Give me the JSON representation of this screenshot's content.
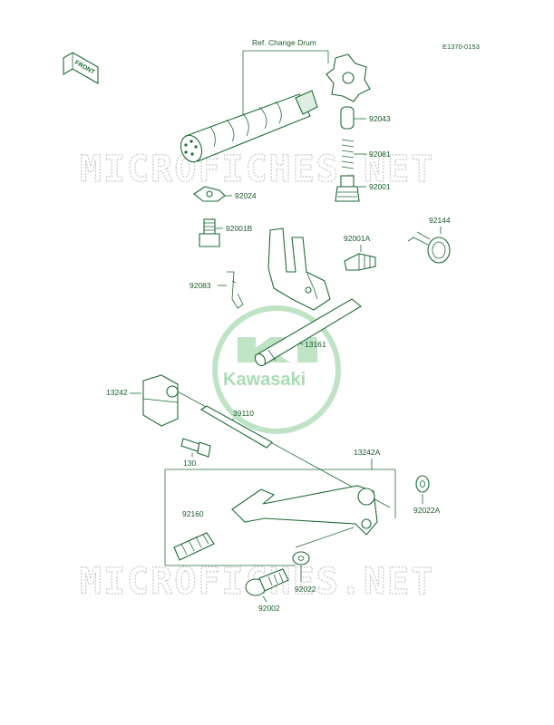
{
  "diagram": {
    "code": "E1370-0153",
    "front_label": "FRONT",
    "ref_label": "Ref. Change Drum",
    "watermark_text": "MICROFICHES.NET",
    "logo_text": "Kawasaki",
    "colors": {
      "line": "#1e6b34",
      "watermark": "#c9c9c9",
      "logo": "#a9dcb3"
    },
    "parts": {
      "p92043": "92043",
      "p92081": "92081",
      "p92001": "92001",
      "p92024": "92024",
      "p92001B": "92001B",
      "p92144": "92144",
      "p92001A": "92001A",
      "p92083": "92083",
      "p13161": "13161",
      "p13242": "13242",
      "p39110": "39110",
      "p130": "130",
      "p13242A": "13242A",
      "p92160": "92160",
      "p92022A": "92022A",
      "p92022": "92022",
      "p92002": "92002"
    }
  }
}
